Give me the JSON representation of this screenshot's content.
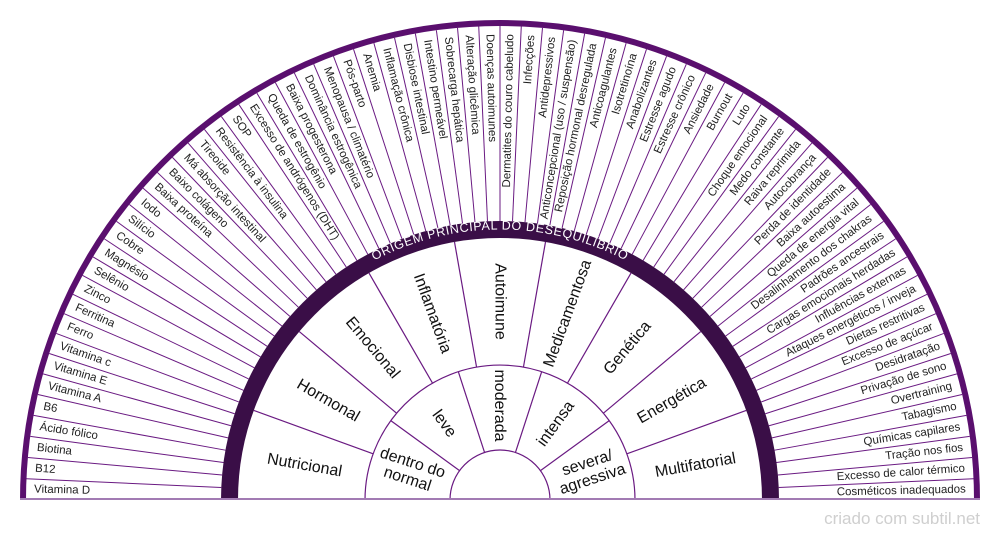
{
  "colors": {
    "accent": "#5a0f6e",
    "band": "#3a0e47",
    "line": "#6a1a82",
    "baseline": "#a27bb3",
    "text": "#222222",
    "watermark": "#cfcfcf"
  },
  "title": "ORIGEM PRINCIPAL DO DESEQUILÍBRIO",
  "watermark": "criado com subtil.net",
  "outer_items": [
    "Vitamina D",
    "B12",
    "Biotina",
    "Ácido fólico",
    "B6",
    "Vitamina A",
    "Vitamina E",
    "Vitamina c",
    "Ferro",
    "Ferritina",
    "Zinco",
    "Selênio",
    "Magnésio",
    "Cobre",
    "Silício",
    "Iodo",
    "Baixa proteína",
    "Baixo colágeno",
    "Má absorção intestinal",
    "Tireoide",
    "Resistência à insulina",
    "SOP",
    "Excesso de andrógenos (DHT)",
    "Queda de estrogênio",
    "Baixa progesterona",
    "Dominância estrogênica",
    "Menopausa / climatério",
    "Pós-parto",
    "Anemia",
    "Inflamação crônica",
    "Disbiose intestinal",
    "Intestino permeável",
    "Sobrecarga hepática",
    "Alteração glicêmica",
    "Doenças autoimunes",
    "Dermatites do couro cabeludo",
    "Infecções",
    "Antidepressivos",
    "Anticoncepcional (uso / suspensão)",
    "Reposição hormonal desregulada",
    "Anticoagulantes",
    "Isotretinoína",
    "Anabolizantes",
    "Estresse agudo",
    "Estresse crônico",
    "Ansiedade",
    "Burnout",
    "Luto",
    "Choque emocional",
    "Medo constante",
    "Raiva reprimida",
    "Autocobrança",
    "Perda de identidade",
    "Baixa autoestima",
    "Queda de energia vital",
    "Desalinhamento dos chakras",
    "Padrões ancestrais",
    "Cargas emocionais herdadas",
    "Influências externas",
    "Ataques energéticos / inveja",
    "Dietas restritivas",
    "Excesso de açúcar",
    "Desidratação",
    "Privação de sono",
    "Overtraining",
    "Tabagismo",
    "Químicas capilares",
    "Tração nos fios",
    "Excesso de calor térmico",
    "Cosméticos inadequados"
  ],
  "categories": [
    "Nutricional",
    "Hormonal",
    "Emocional",
    "Inflamatória",
    "Autoimune",
    "Medicamentosa",
    "Genética",
    "Energética",
    "Multifatorial"
  ],
  "intensity": [
    [
      "dentro do",
      "normal"
    ],
    [
      "leve"
    ],
    [
      "moderada"
    ],
    [
      "intensa"
    ],
    [
      "severa/",
      "agressiva"
    ]
  ]
}
